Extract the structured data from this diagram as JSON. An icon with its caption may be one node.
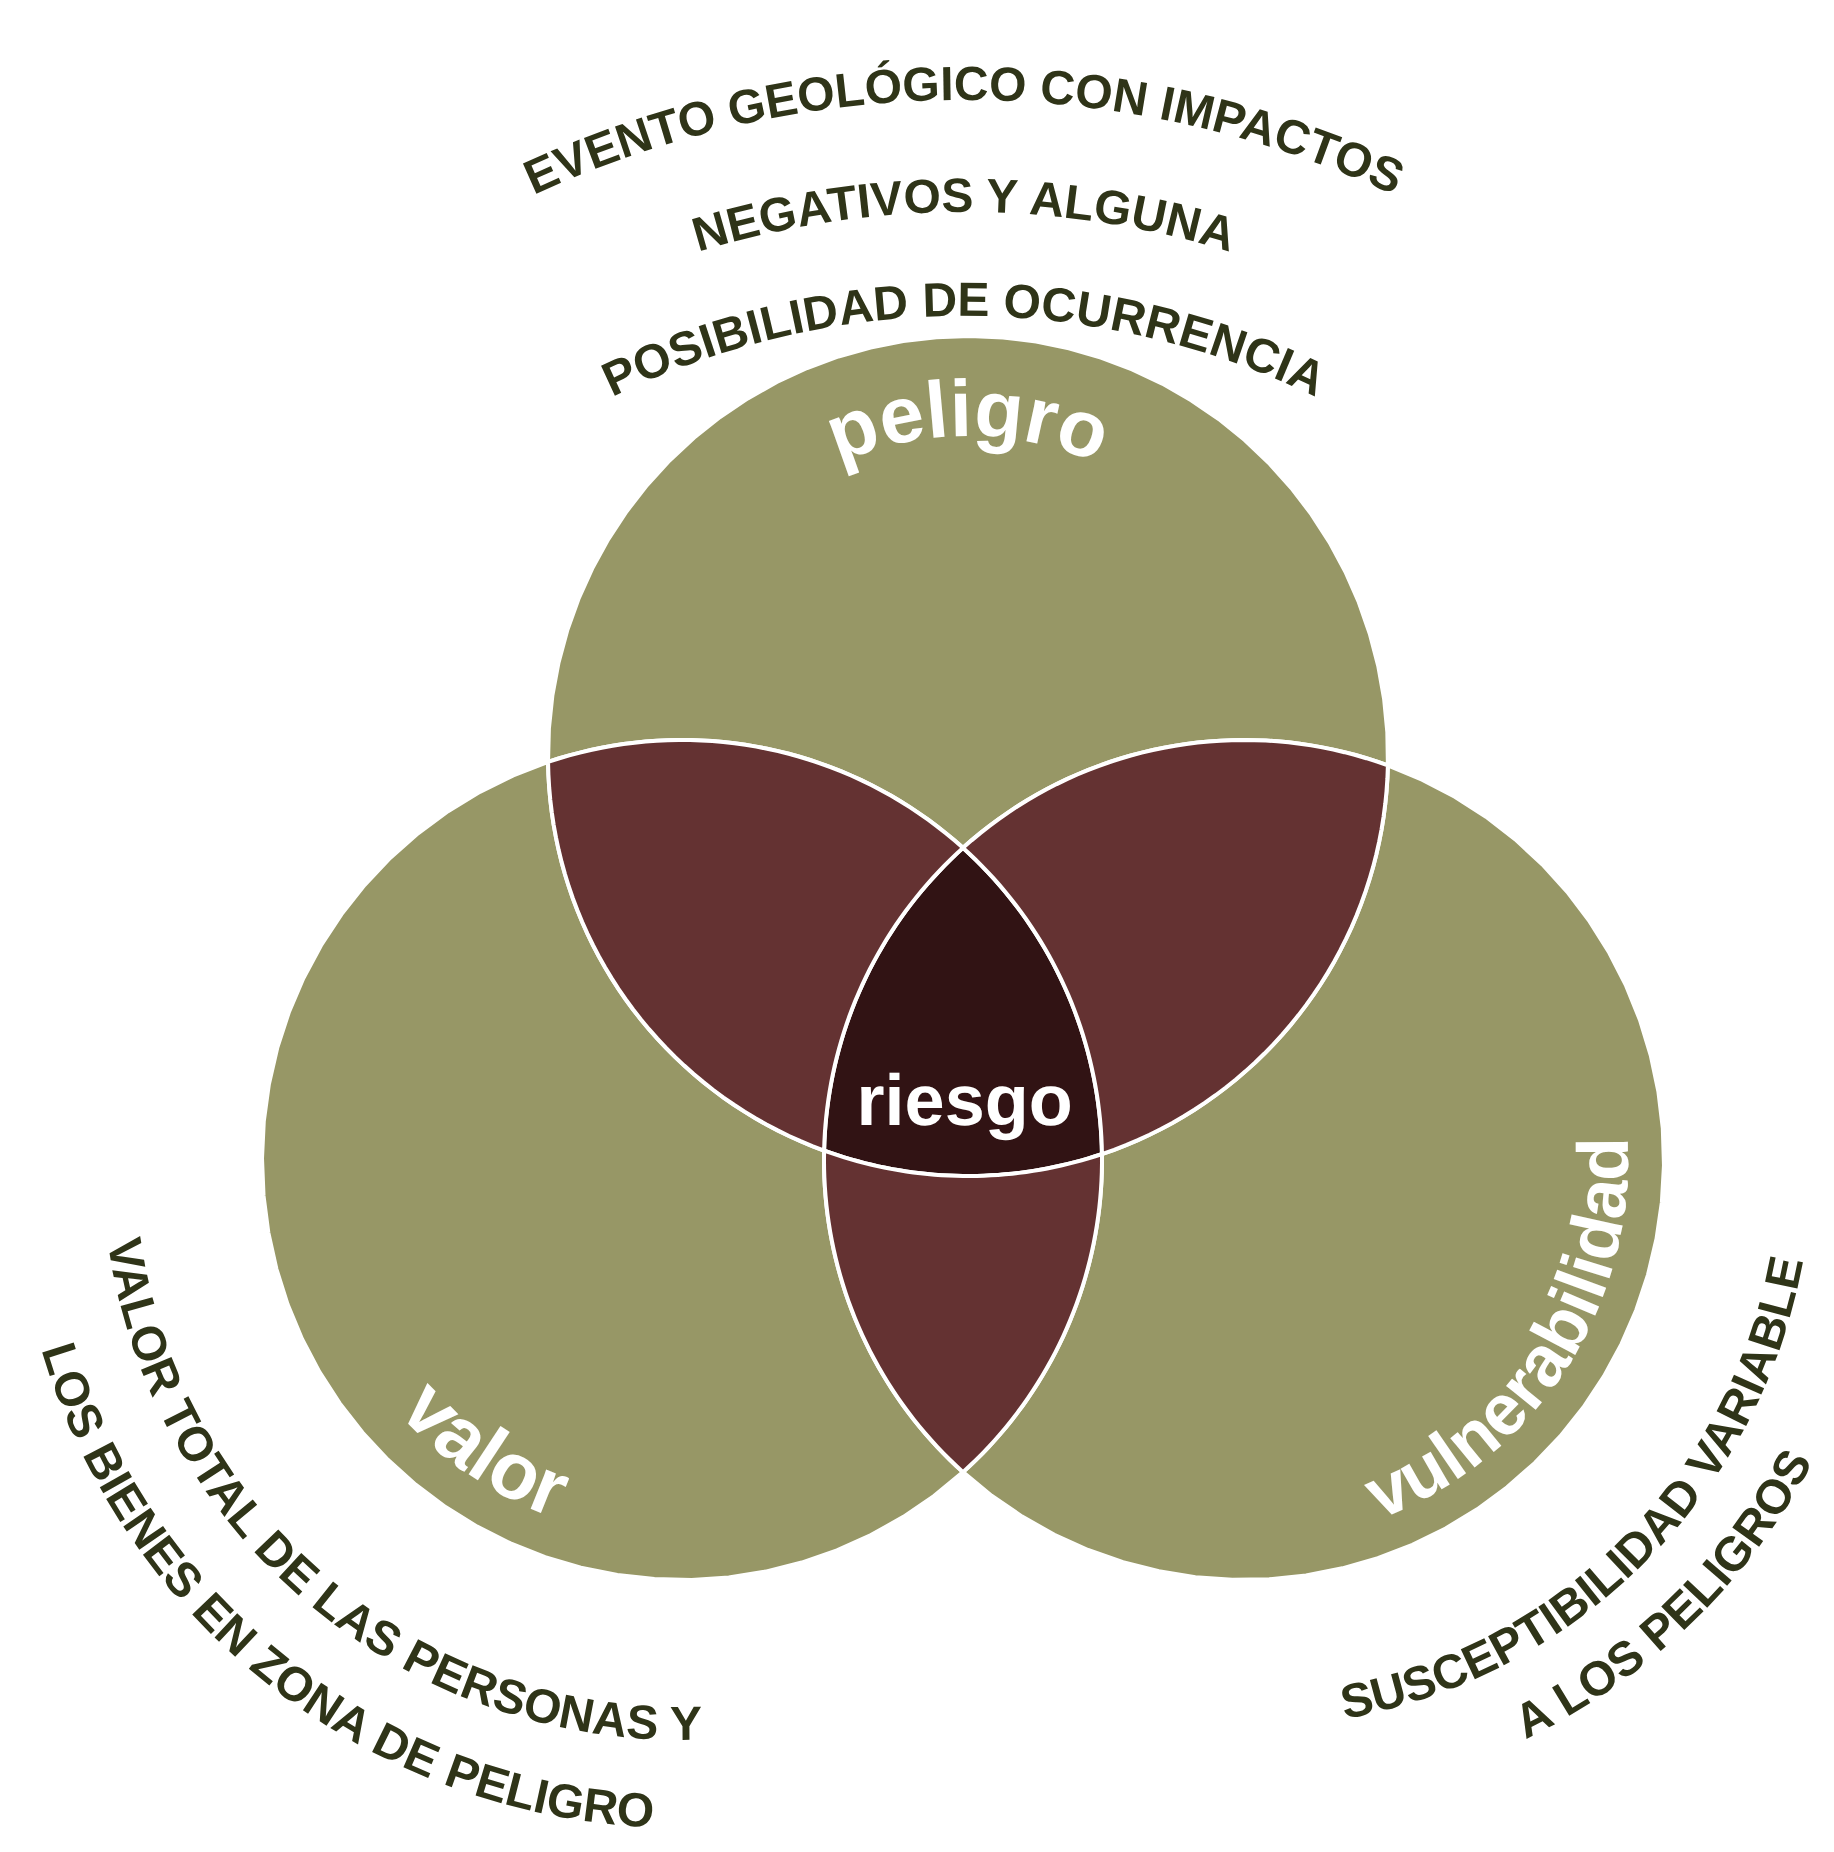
{
  "diagram": {
    "nodes": [
      {
        "text": [
          "peligro"
        ],
        "beside": [
          "EVENTO GEOLÓGICO CON IMPACTOS NEGATIVOS Y ALGUNA POSIBILIDAD DE OCURRENCIA"
        ]
      },
      {
        "text": [
          "riesgo"
        ]
      },
      {
        "text": [
          "valor"
        ],
        "beside": [
          "VALOR TOTAL DE LAS PERSONAS Y LOS BIENES EN ZONA DE PELIGRO"
        ]
      },
      {
        "text": [
          "vulnerabilidad"
        ],
        "beside": [
          "SUSCEPTIBILIDAD VARIABLE A LOS PELIGROS"
        ]
      },
      {
        "text": [],
        "shape": "lens"
      },
      {
        "text": [],
        "shape": "lens"
      },
      {
        "text": [],
        "shape": "lens"
      }
    ]
  }
}
